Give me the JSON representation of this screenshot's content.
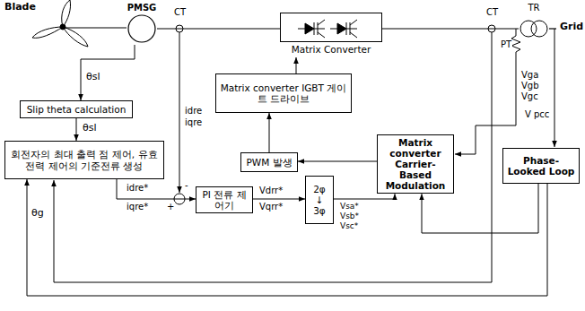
{
  "diagram": {
    "nodes": [
      {
        "text": [
          "PMSG"
        ]
      },
      {
        "text": [
          "Matrix Converter"
        ]
      },
      {
        "text": [
          "TR"
        ]
      },
      {
        "text": [
          "Slip theta calculation"
        ]
      },
      {
        "text": [
          "회전자의 최대 출력 점 제어, 유효전력 제어의 기준전류 생성"
        ]
      },
      {
        "text": [
          "Matrix converter IGBT 게이트 드라이브"
        ]
      },
      {
        "text": [
          "PI 전류 제어기"
        ]
      },
      {
        "text": [
          "2φ ↓ 3φ"
        ]
      },
      {
        "text": [
          "PWM 발생"
        ]
      },
      {
        "text": [
          "Matrix converter Carrier-Based Modulation"
        ]
      },
      {
        "text": [
          "Phase-Looked Loop"
        ]
      }
    ],
    "edges": [
      {
        "from": 0,
        "to": 1,
        "arrow": "none"
      },
      {
        "from": 1,
        "to": 2,
        "arrow": "none"
      },
      {
        "from": 0,
        "to": 3,
        "arrow": "to",
        "label": "θsl"
      },
      {
        "from": 3,
        "to": 4,
        "arrow": "to",
        "label": "θsl"
      },
      {
        "from": 4,
        "to": 6,
        "arrow": "to"
      },
      {
        "from": 6,
        "to": 7,
        "arrow": "to"
      },
      {
        "from": 7,
        "to": 9,
        "arrow": "to"
      },
      {
        "from": 9,
        "to": 8,
        "arrow": "to"
      },
      {
        "from": 8,
        "to": 5,
        "arrow": "to"
      },
      {
        "from": 5,
        "to": 1,
        "arrow": "to"
      },
      {
        "from": 10,
        "to": 9,
        "arrow": "to"
      },
      {
        "from": 10,
        "to": 4,
        "arrow": "to",
        "label": "θg"
      }
    ],
    "labels": [
      "Blade",
      "CT",
      "CT",
      "PT",
      "Grid",
      "V pcc",
      "Vga",
      "Vgb",
      "Vgc",
      "idre",
      "iqre",
      "+",
      "-",
      "idre*",
      "iqre*",
      "Vdrr*",
      "Vqrr*",
      "Vsa*",
      "Vsb*",
      "Vsc*"
    ]
  }
}
